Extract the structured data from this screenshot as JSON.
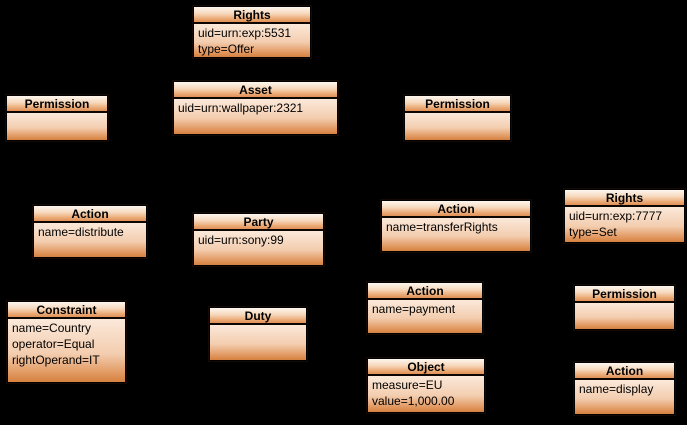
{
  "canvas": {
    "background_color": "#000000",
    "border_color": "#000000",
    "text_color": "#000000",
    "header_gradient": [
      "#fef7ef",
      "#e09055"
    ],
    "body_gradient": [
      "#fbe9da",
      "#d5813f"
    ]
  },
  "nodes": [
    {
      "id": "rights-offer",
      "title": "Rights",
      "attrs": [
        "uid=urn:exp:5531",
        "type=Offer"
      ]
    },
    {
      "id": "permission-left",
      "title": "Permission",
      "attrs": []
    },
    {
      "id": "asset",
      "title": "Asset",
      "attrs": [
        "uid=urn:wallpaper:2321"
      ]
    },
    {
      "id": "permission-middle",
      "title": "Permission",
      "attrs": []
    },
    {
      "id": "action-distribute",
      "title": "Action",
      "attrs": [
        "name=distribute"
      ]
    },
    {
      "id": "party",
      "title": "Party",
      "attrs": [
        "uid=urn:sony:99"
      ]
    },
    {
      "id": "action-transfer-rights",
      "title": "Action",
      "attrs": [
        "name=transferRights"
      ]
    },
    {
      "id": "rights-set",
      "title": "Rights",
      "attrs": [
        "uid=urn:exp:7777",
        "type=Set"
      ]
    },
    {
      "id": "constraint",
      "title": "Constraint",
      "attrs": [
        "name=Country",
        "operator=Equal",
        "rightOperand=IT"
      ]
    },
    {
      "id": "duty",
      "title": "Duty",
      "attrs": []
    },
    {
      "id": "action-payment",
      "title": "Action",
      "attrs": [
        "name=payment"
      ]
    },
    {
      "id": "permission-bottom-right",
      "title": "Permission",
      "attrs": []
    },
    {
      "id": "object",
      "title": "Object",
      "attrs": [
        "measure=EU",
        "value=1,000.00"
      ]
    },
    {
      "id": "action-display",
      "title": "Action",
      "attrs": [
        "name=display"
      ]
    }
  ]
}
